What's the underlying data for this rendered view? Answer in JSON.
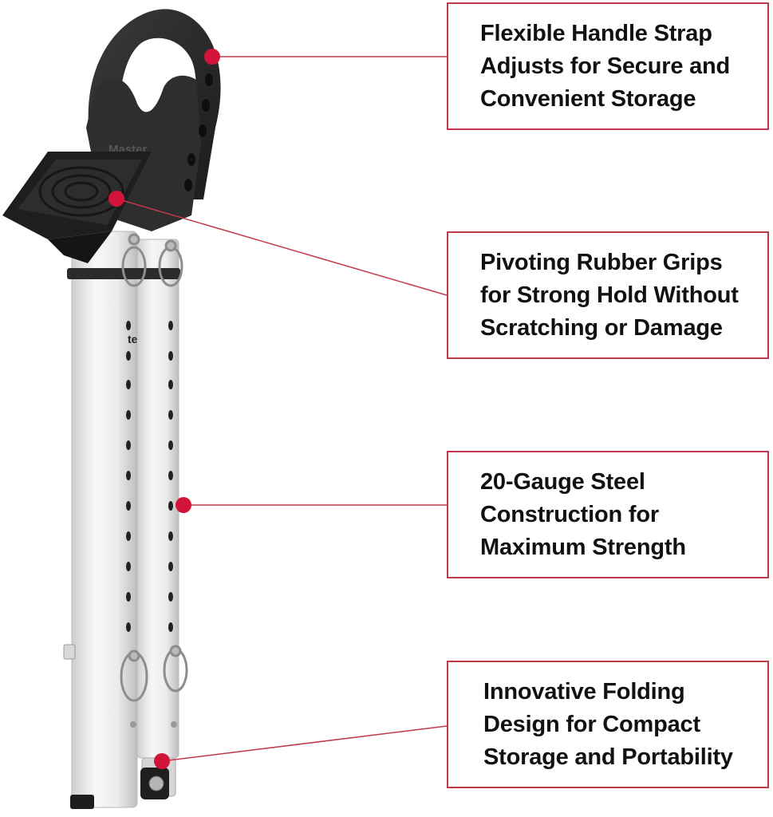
{
  "callouts": [
    {
      "id": "handle-strap",
      "text": "Flexible Handle Strap\nAdjusts for Secure and\nConvenient Storage"
    },
    {
      "id": "rubber-grips",
      "text": "Pivoting Rubber Grips\nfor Strong Hold Without\nScratching or Damage"
    },
    {
      "id": "steel-construction",
      "text": "20-Gauge Steel\nConstruction for\nMaximum Strength"
    },
    {
      "id": "folding-design",
      "text": "Innovative Folding\nDesign for Compact\nStorage and Portability"
    }
  ],
  "product": {
    "brand_marks": [
      "Master",
      "ter"
    ]
  },
  "colors": {
    "accent": "#d2143a",
    "box_border": "#c03a4c",
    "pole": "#eeeeec",
    "rubber": "#2a2a2a"
  }
}
